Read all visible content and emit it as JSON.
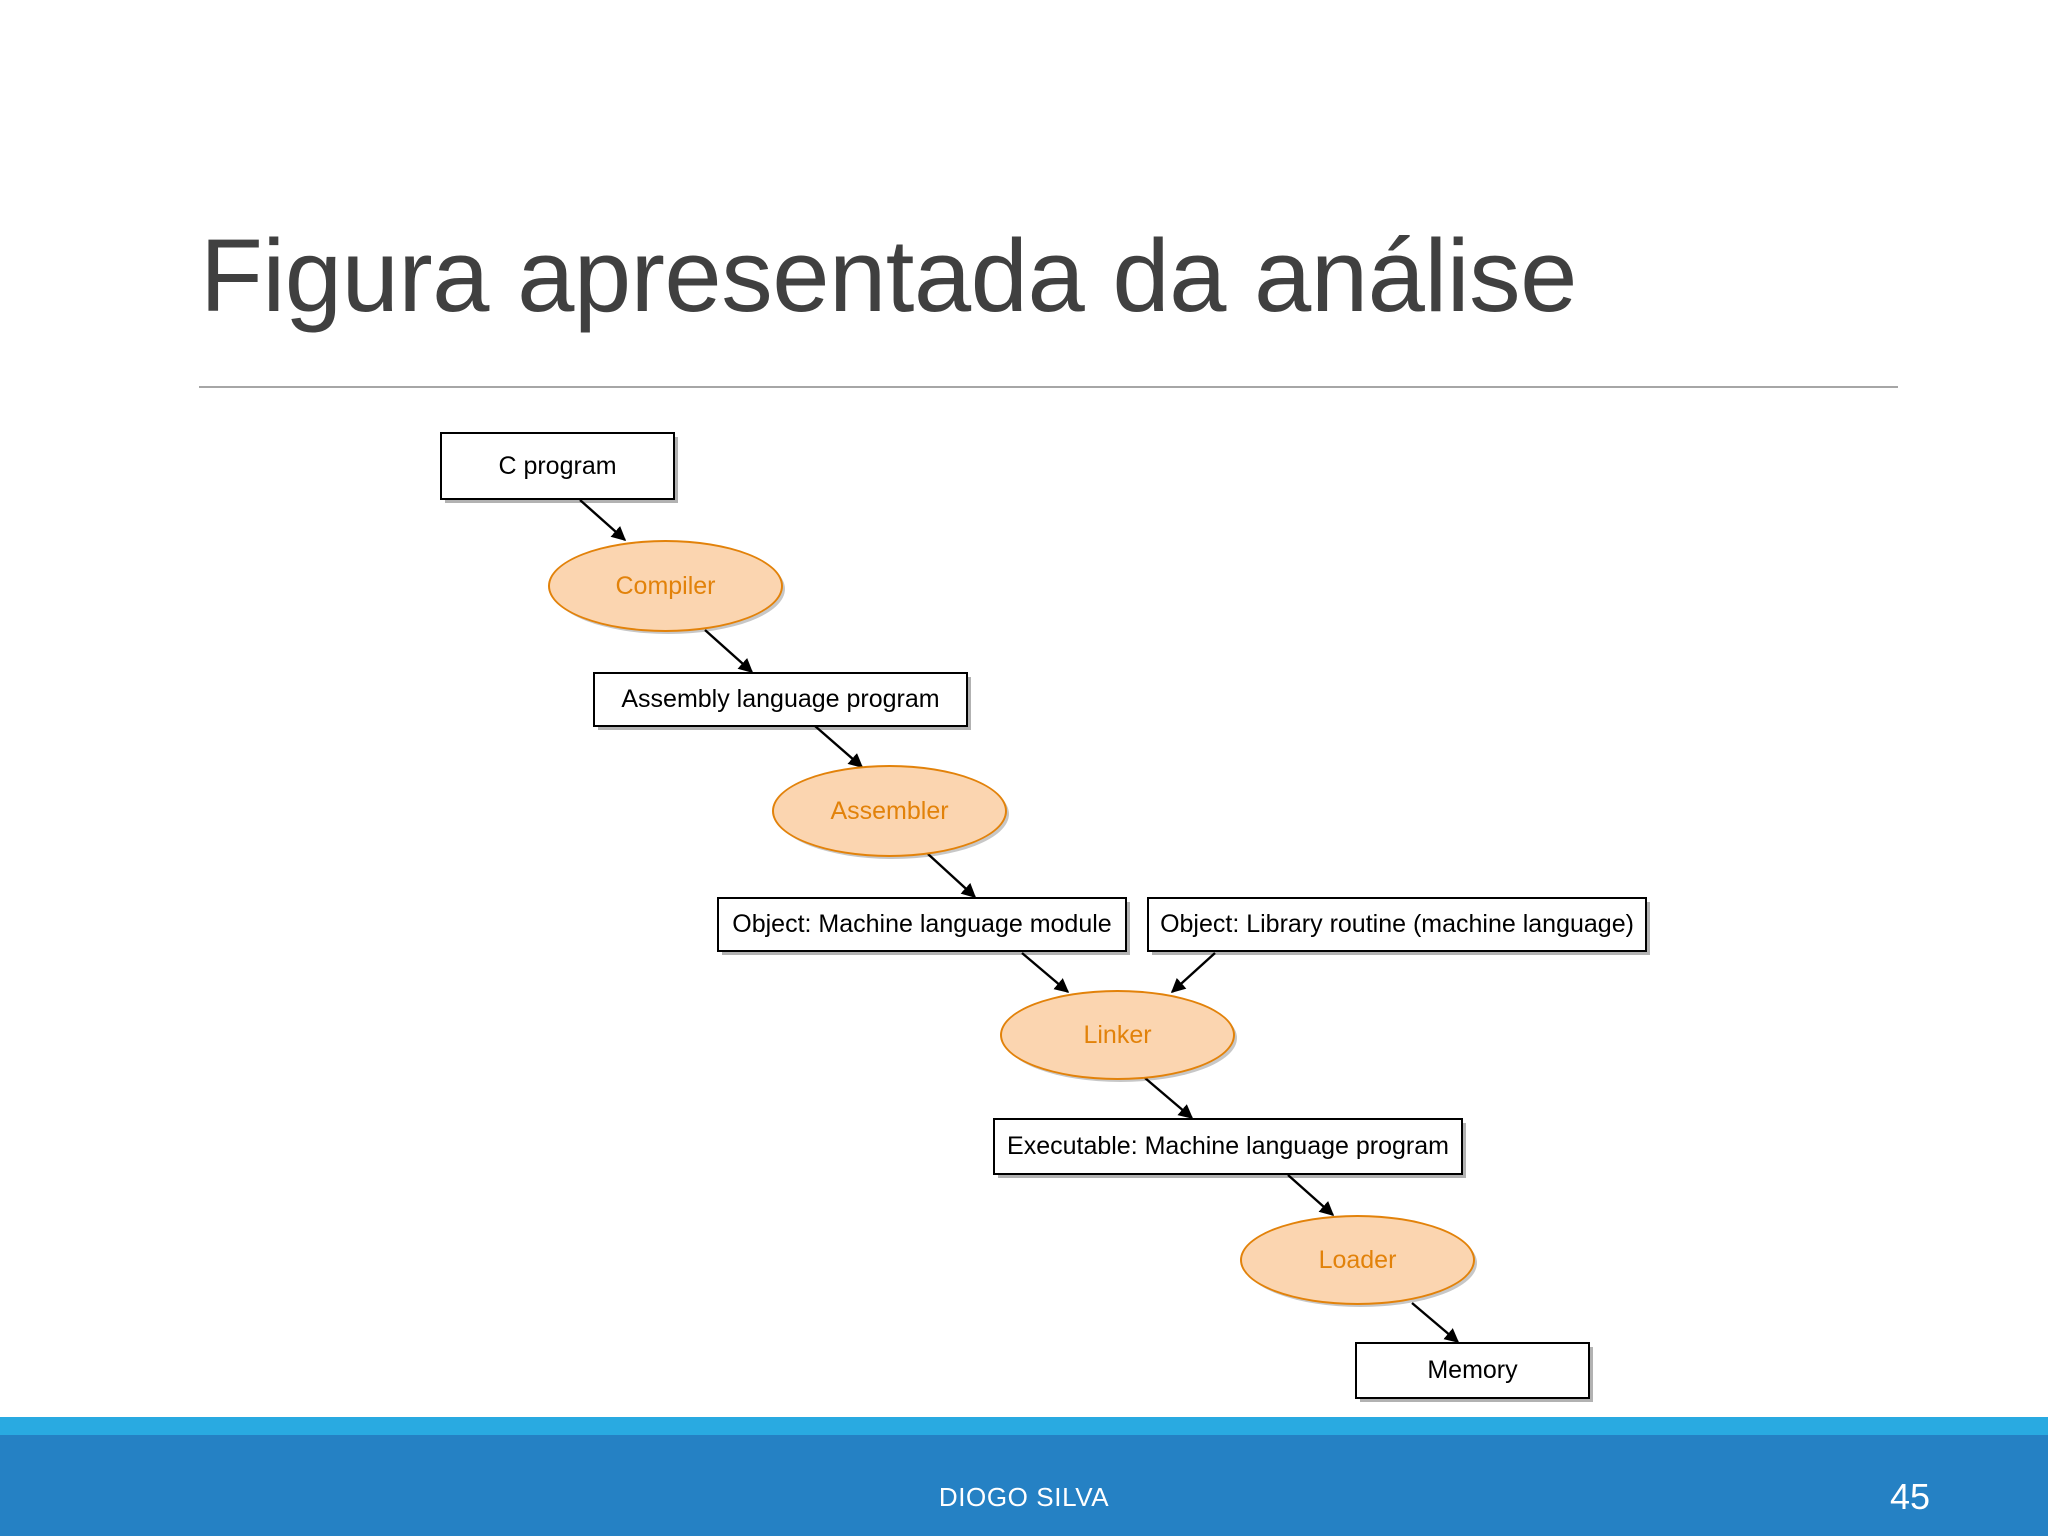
{
  "slide": {
    "title": "Figura apresentada da análise",
    "title_color": "#404040",
    "background": "#ffffff",
    "rule_color": "#a6a6a6"
  },
  "footer": {
    "author": "DIOGO SILVA",
    "page_number": "45",
    "bar_color": "#2581c4",
    "stripe_color": "#29aae1",
    "text_color": "#ffffff"
  },
  "diagram": {
    "type": "flowchart",
    "description": "Compilation toolchain: C program through compiler, assembler, linker and loader into memory",
    "box_style": {
      "fill": "#ffffff",
      "stroke": "#000000",
      "text": "#000000"
    },
    "ellipse_style": {
      "fill": "#fbd5b0",
      "stroke": "#e2820a",
      "text": "#e2820a"
    },
    "nodes": [
      {
        "id": "c-program",
        "label": "C program",
        "shape": "box"
      },
      {
        "id": "compiler",
        "label": "Compiler",
        "shape": "ellipse"
      },
      {
        "id": "assembly-program",
        "label": "Assembly language program",
        "shape": "box"
      },
      {
        "id": "assembler",
        "label": "Assembler",
        "shape": "ellipse"
      },
      {
        "id": "object-module",
        "label": "Object: Machine language module",
        "shape": "box"
      },
      {
        "id": "object-library",
        "label": "Object: Library routine (machine language)",
        "shape": "box"
      },
      {
        "id": "linker",
        "label": "Linker",
        "shape": "ellipse"
      },
      {
        "id": "executable",
        "label": "Executable: Machine language program",
        "shape": "box"
      },
      {
        "id": "loader",
        "label": "Loader",
        "shape": "ellipse"
      },
      {
        "id": "memory",
        "label": "Memory",
        "shape": "box"
      }
    ],
    "edges": [
      {
        "from": "c-program",
        "to": "compiler"
      },
      {
        "from": "compiler",
        "to": "assembly-program"
      },
      {
        "from": "assembly-program",
        "to": "assembler"
      },
      {
        "from": "assembler",
        "to": "object-module"
      },
      {
        "from": "object-module",
        "to": "linker"
      },
      {
        "from": "object-library",
        "to": "linker"
      },
      {
        "from": "linker",
        "to": "executable"
      },
      {
        "from": "executable",
        "to": "loader"
      },
      {
        "from": "loader",
        "to": "memory"
      }
    ]
  }
}
